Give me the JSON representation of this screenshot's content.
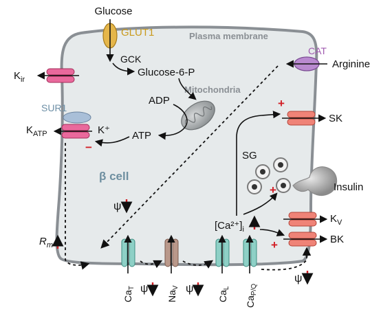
{
  "labels": {
    "glucose": "Glucose",
    "glut1": "GLUT1",
    "plasma_membrane": "Plasma membrane",
    "cat": "CAT",
    "arginine": "Arginine",
    "gck": "GCK",
    "glucose6p": "Glucose-6-P",
    "kir_main": "K",
    "kir_sub": "ir",
    "mitochondria": "Mitochondria",
    "adp": "ADP",
    "sur1": "SUR1",
    "katp_main": "K",
    "katp_sub": "ATP",
    "kplus": "K⁺",
    "atp": "ATP",
    "sk": "SK",
    "sg": "SG",
    "beta_cell": "β cell",
    "insulin": "Insulin",
    "psi": "ψ",
    "ca_i_label": "[Ca²⁺]",
    "ca_i_sub": "i",
    "rm_main": "R",
    "rm_sub": "m",
    "kv_main": "K",
    "kv_sub": "V",
    "bk": "BK",
    "cat_main": "Ca",
    "cat_sub": "T",
    "nav_main": "Na",
    "nav_sub": "V",
    "cal_main": "Ca",
    "cal_sub": "L",
    "capq_main": "Ca",
    "capq_sub": "P/Q",
    "plus": "+",
    "minus": "−"
  },
  "colors": {
    "cell_fill": "#e6eaeb",
    "membrane": "#8a8f94",
    "pink_channel": "#e9699c",
    "salmon_channel": "#ef8377",
    "teal_channel": "#8ed0c6",
    "brown_channel": "#b9988a",
    "glut1": "#e5b64a",
    "cat": "#b98ad0",
    "sur1": "#a9bfd8",
    "red": "#d21f26"
  }
}
